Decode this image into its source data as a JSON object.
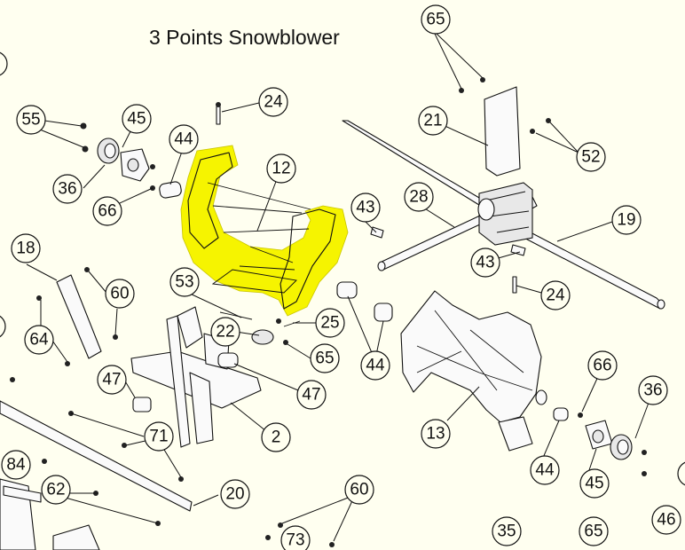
{
  "title": "3 Points Snowblower",
  "colors": {
    "background": "#fffff0",
    "highlight": "#f6f400",
    "ink": "#111111"
  },
  "callouts": [
    "65",
    "24",
    "55",
    "45",
    "44",
    "12",
    "21",
    "52",
    "36",
    "66",
    "43",
    "28",
    "19",
    "18",
    "60",
    "53",
    "43",
    "24",
    "64",
    "22",
    "25",
    "65",
    "44",
    "47",
    "47",
    "13",
    "66",
    "36",
    "71",
    "2",
    "44",
    "45",
    "84",
    "62",
    "20",
    "60",
    "73",
    "35",
    "65",
    "46"
  ]
}
